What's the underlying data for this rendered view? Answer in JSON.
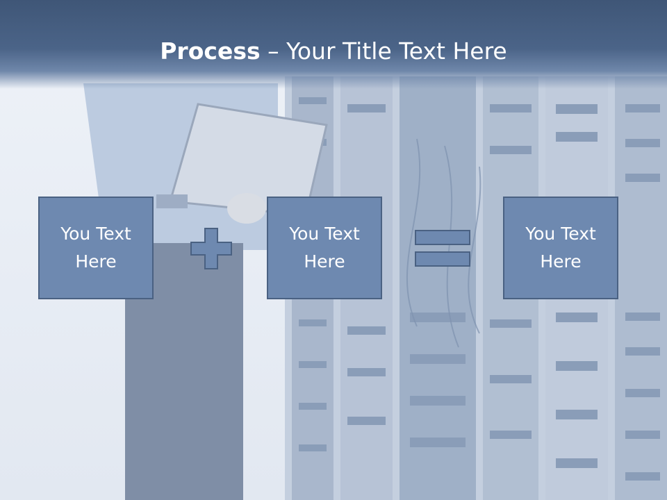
{
  "slide": {
    "title_bold": "Process",
    "title_rest": " – Your Title Text Here",
    "boxes": [
      {
        "text": "You Text Here"
      },
      {
        "text": "You Text Here"
      },
      {
        "text": "You Text Here"
      }
    ],
    "operators": [
      "plus-icon",
      "equals-icon"
    ],
    "colors": {
      "title_bar": "#4b6488",
      "box_fill": "#6e89b0",
      "box_border": "#4a6182",
      "text": "#ffffff"
    }
  }
}
